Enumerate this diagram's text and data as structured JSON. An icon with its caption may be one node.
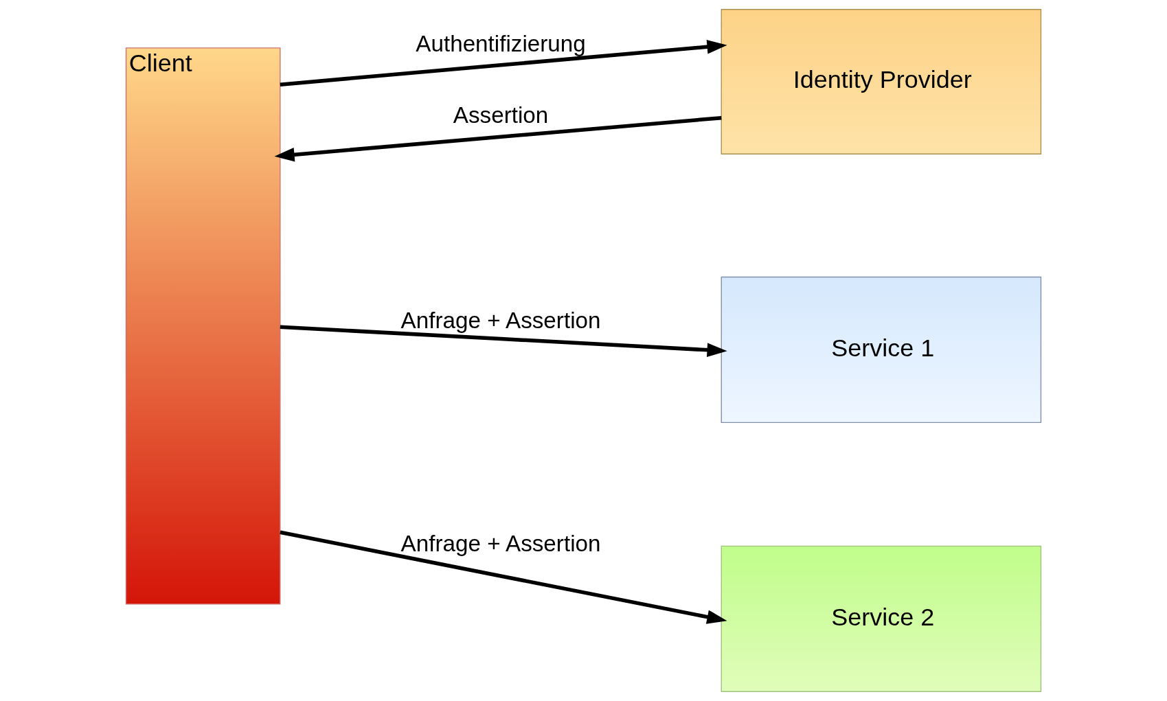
{
  "diagram": {
    "nodes": [
      {
        "text": [
          "Client"
        ]
      },
      {
        "text": [
          "Identity Provider"
        ]
      },
      {
        "text": [
          "Service 1"
        ]
      },
      {
        "text": [
          "Service 2"
        ]
      }
    ],
    "edges": [
      {
        "from": 0,
        "to": 1,
        "arrow": "to",
        "label": "Authentifizierung"
      },
      {
        "from": 1,
        "to": 0,
        "arrow": "to",
        "label": "Assertion"
      },
      {
        "from": 0,
        "to": 2,
        "arrow": "to",
        "label": "Anfrage + Assertion"
      },
      {
        "from": 0,
        "to": 3,
        "arrow": "to",
        "label": "Anfrage + Assertion"
      }
    ]
  }
}
